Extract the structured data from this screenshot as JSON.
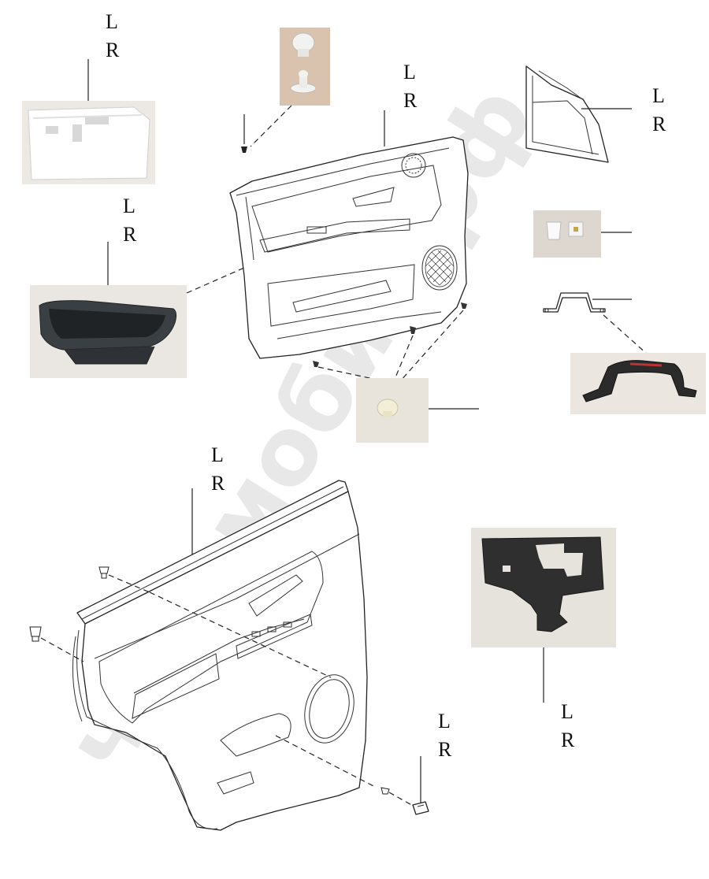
{
  "watermark": "чинамобил.рф",
  "callouts": {
    "insulation_sheet_top": {
      "l": "L",
      "r": "R"
    },
    "armrest_pocket": {
      "l": "L",
      "r": "R"
    },
    "front_door_panel": {
      "l": "L",
      "r": "R"
    },
    "corner_trim": {
      "l": "L",
      "r": "R"
    },
    "rear_door_panel": {
      "l": "L",
      "r": "R"
    },
    "rear_latch_cover": {
      "l": "L",
      "r": "R"
    },
    "insulation_sheet_bottom": {
      "l": "L",
      "r": "R"
    }
  },
  "icons": {
    "clip": "push-clip-icon",
    "screw": "screw-icon",
    "handle": "pull-handle-icon"
  },
  "colors": {
    "line": "#222222",
    "photo_background": "#ece8e3",
    "felt": "#2f2f2f",
    "pocket": "#3a3f44",
    "handle": "#2b2b2b"
  }
}
